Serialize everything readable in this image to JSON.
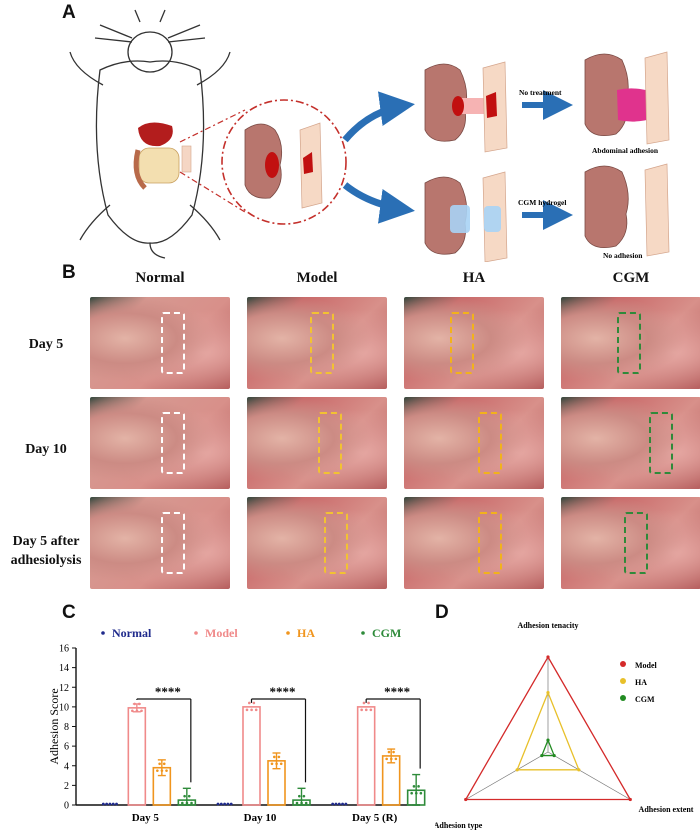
{
  "panels": {
    "a": "A",
    "b": "B",
    "c": "C",
    "d": "D"
  },
  "panel_a": {
    "no_treatment": "No treatment",
    "cgm_hydrogel": "CGM hydrogel",
    "abdominal_adhesion": "Abdominal adhesion",
    "no_adhesion": "No adhesion"
  },
  "panel_b": {
    "columns": [
      "Normal",
      "Model",
      "HA",
      "CGM"
    ],
    "rows": [
      "Day 5",
      "Day 10",
      "Day 5 after adhesiolysis"
    ],
    "box_colors": {
      "Normal": "#ffffff",
      "Model": "#f2c232",
      "HA": "#f2b21b",
      "CGM": "#2f8a3a"
    }
  },
  "chart_data": [
    {
      "type": "bar",
      "ylabel": "Adhesion Score",
      "ylim": [
        0,
        16
      ],
      "yticks": [
        0,
        2,
        4,
        6,
        8,
        10,
        12,
        14,
        16
      ],
      "categories": [
        "Day 5",
        "Day 10",
        "Day 5 (R)"
      ],
      "series": [
        {
          "name": "Normal",
          "color": "#1f2a8c",
          "values": [
            0,
            0,
            0
          ],
          "err": [
            0,
            0,
            0
          ]
        },
        {
          "name": "Model",
          "color": "#f08a8a",
          "values": [
            9.9,
            10,
            10
          ],
          "err": [
            0.4,
            0,
            0
          ]
        },
        {
          "name": "HA",
          "color": "#f0951e",
          "values": [
            3.8,
            4.5,
            5
          ],
          "err": [
            0.8,
            0.8,
            0.7
          ]
        },
        {
          "name": "CGM",
          "color": "#2e8b3a",
          "values": [
            0.5,
            0.5,
            1.5
          ],
          "err": [
            1.2,
            1.2,
            1.6
          ]
        }
      ],
      "significance": [
        "****",
        "****",
        "****"
      ]
    },
    {
      "type": "radar",
      "axes": [
        "Adhesion tenacity",
        "Adhesion extent",
        "Adhesion type"
      ],
      "series": [
        {
          "name": "Model",
          "color": "#d42a2a",
          "values": [
            4,
            4,
            4
          ]
        },
        {
          "name": "HA",
          "color": "#e8c02a",
          "values": [
            2.5,
            1.5,
            1.5
          ]
        },
        {
          "name": "CGM",
          "color": "#228b22",
          "values": [
            0.5,
            0.3,
            0.3
          ]
        }
      ],
      "max": 4
    }
  ]
}
